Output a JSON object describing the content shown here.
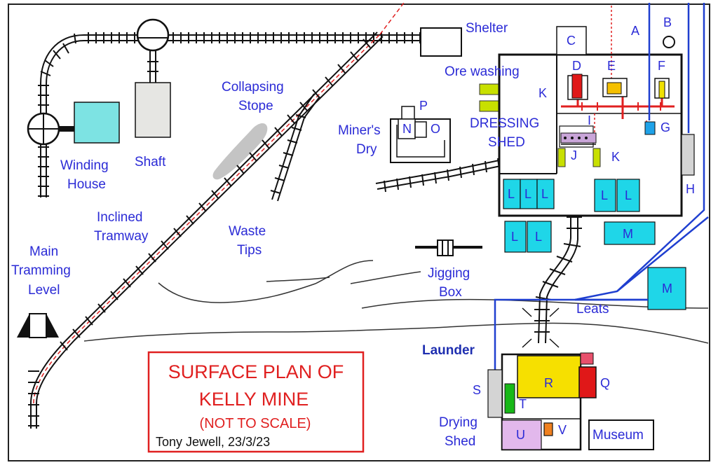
{
  "labels": {
    "shelter": "Shelter",
    "ore_washing": "Ore washing",
    "collapsing": "Collapsing",
    "stope": "Stope",
    "miners": "Miner's",
    "dry": "Dry",
    "dressing": "DRESSING",
    "shed": "SHED",
    "winding": "Winding",
    "house": "House",
    "shaft": "Shaft",
    "inclined": "Inclined",
    "tramway": "Tramway",
    "waste": "Waste",
    "tips": "Tips",
    "main": "Main",
    "tramming": "Tramming",
    "level": "Level",
    "jigging": "Jigging",
    "box": "Box",
    "leats": "Leats",
    "launder": "Launder",
    "drying": "Drying",
    "drying_shed": "Shed",
    "museum": "Museum"
  },
  "keys": {
    "A": "A",
    "B": "B",
    "C": "C",
    "D": "D",
    "E": "E",
    "F": "F",
    "G": "G",
    "H": "H",
    "I": "I",
    "J": "J",
    "K": "K",
    "L": "L",
    "M": "M",
    "N": "N",
    "O": "O",
    "P": "P",
    "Q": "Q",
    "R": "R",
    "S": "S",
    "T": "T",
    "U": "U",
    "V": "V"
  },
  "title_box": {
    "line1": "SURFACE PLAN OF",
    "line2": "KELLY MINE",
    "line3": "(NOT TO SCALE)",
    "credit": "Tony Jewell, 23/3/23"
  },
  "colors": {
    "label_blue": "#2b2bd6",
    "leat_blue": "#1f3fd0",
    "title_red": "#e02020",
    "tank_cyan": "#1fd6e8",
    "winding_cyan": "#7de3e3",
    "ore_yellow_green": "#c8e000",
    "r_yellow": "#f6e000",
    "q_red": "#e01818",
    "u_pink": "#e2b8ec",
    "t_green": "#18b818",
    "stope_grey": "#c4c4c4"
  }
}
